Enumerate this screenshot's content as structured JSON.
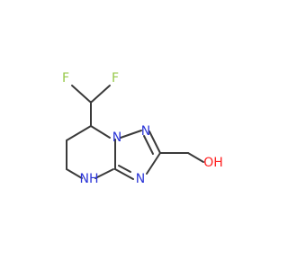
{
  "molecule": {
    "atoms": {
      "f1": "F",
      "f2": "F",
      "n_bridge": "N",
      "n_ring": "N",
      "n_lower": "N",
      "nh": "NH",
      "oh": "OH"
    },
    "colors": {
      "carbon_bond": "#3a3a3a",
      "fluorine": "#98c84a",
      "nitrogen": "#2b35d8",
      "oxygen": "#ff2020"
    }
  }
}
